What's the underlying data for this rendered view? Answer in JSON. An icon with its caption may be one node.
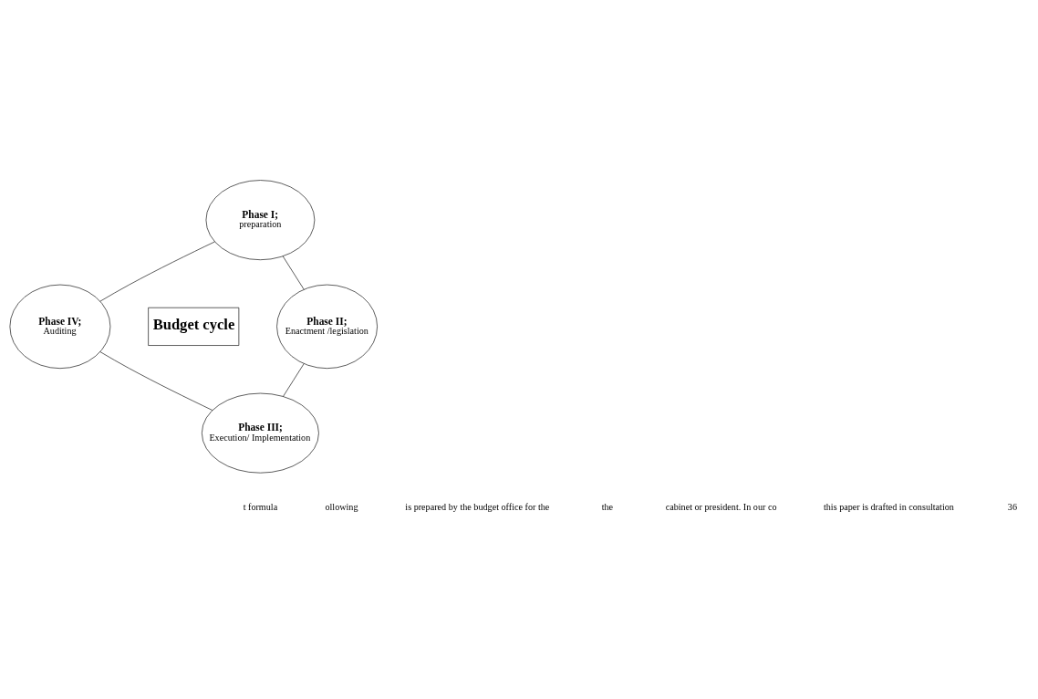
{
  "diagram": {
    "nodes": [
      {
        "text": [
          "Phase I;",
          "preparation"
        ]
      },
      {
        "text": [
          "Phase II;",
          "Enactment /legislation"
        ]
      },
      {
        "text": [
          "Phase III;",
          "Execution/ Implementation"
        ]
      },
      {
        "text": [
          "Phase IV;",
          "Auditing"
        ]
      },
      {
        "text": [
          "Budget cycle"
        ]
      }
    ],
    "edges": [
      {
        "from": 0,
        "to": 1,
        "arrow": "none"
      },
      {
        "from": 1,
        "to": 2,
        "arrow": "none"
      },
      {
        "from": 2,
        "to": 3,
        "arrow": "none"
      },
      {
        "from": 3,
        "to": 0,
        "arrow": "none"
      }
    ],
    "labels": [
      "t formula",
      "ollowing",
      "is prepared by the budget office for the",
      "the",
      "cabinet or president. In our co",
      "this paper is drafted in consultation",
      "36"
    ]
  }
}
